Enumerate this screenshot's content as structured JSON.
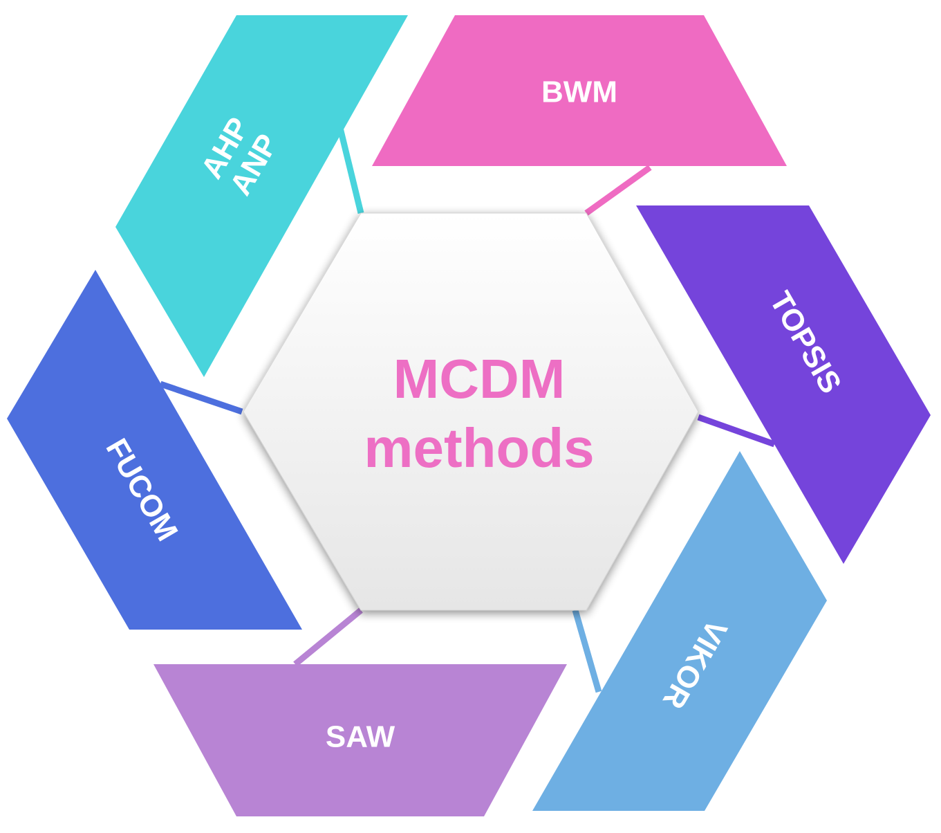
{
  "center": {
    "line1": "MCDM",
    "line2": "methods",
    "text_color": "#ED6FC4",
    "fill_top": "#FFFFFF",
    "fill_bottom": "#E6E6E6"
  },
  "segments": [
    {
      "id": "ahp-anp",
      "lines": [
        "AHP",
        "ANP"
      ],
      "color": "#49D4DC"
    },
    {
      "id": "bwm",
      "lines": [
        "BWM"
      ],
      "color": "#EF6BC2"
    },
    {
      "id": "topsis",
      "lines": [
        "TOPSIS"
      ],
      "color": "#7544DB"
    },
    {
      "id": "vikor",
      "lines": [
        "VIKOR"
      ],
      "color": "#6EAFE3"
    },
    {
      "id": "saw",
      "lines": [
        "SAW"
      ],
      "color": "#B884D4"
    },
    {
      "id": "fucom",
      "lines": [
        "FUCOM"
      ],
      "color": "#4D6FDE"
    }
  ]
}
